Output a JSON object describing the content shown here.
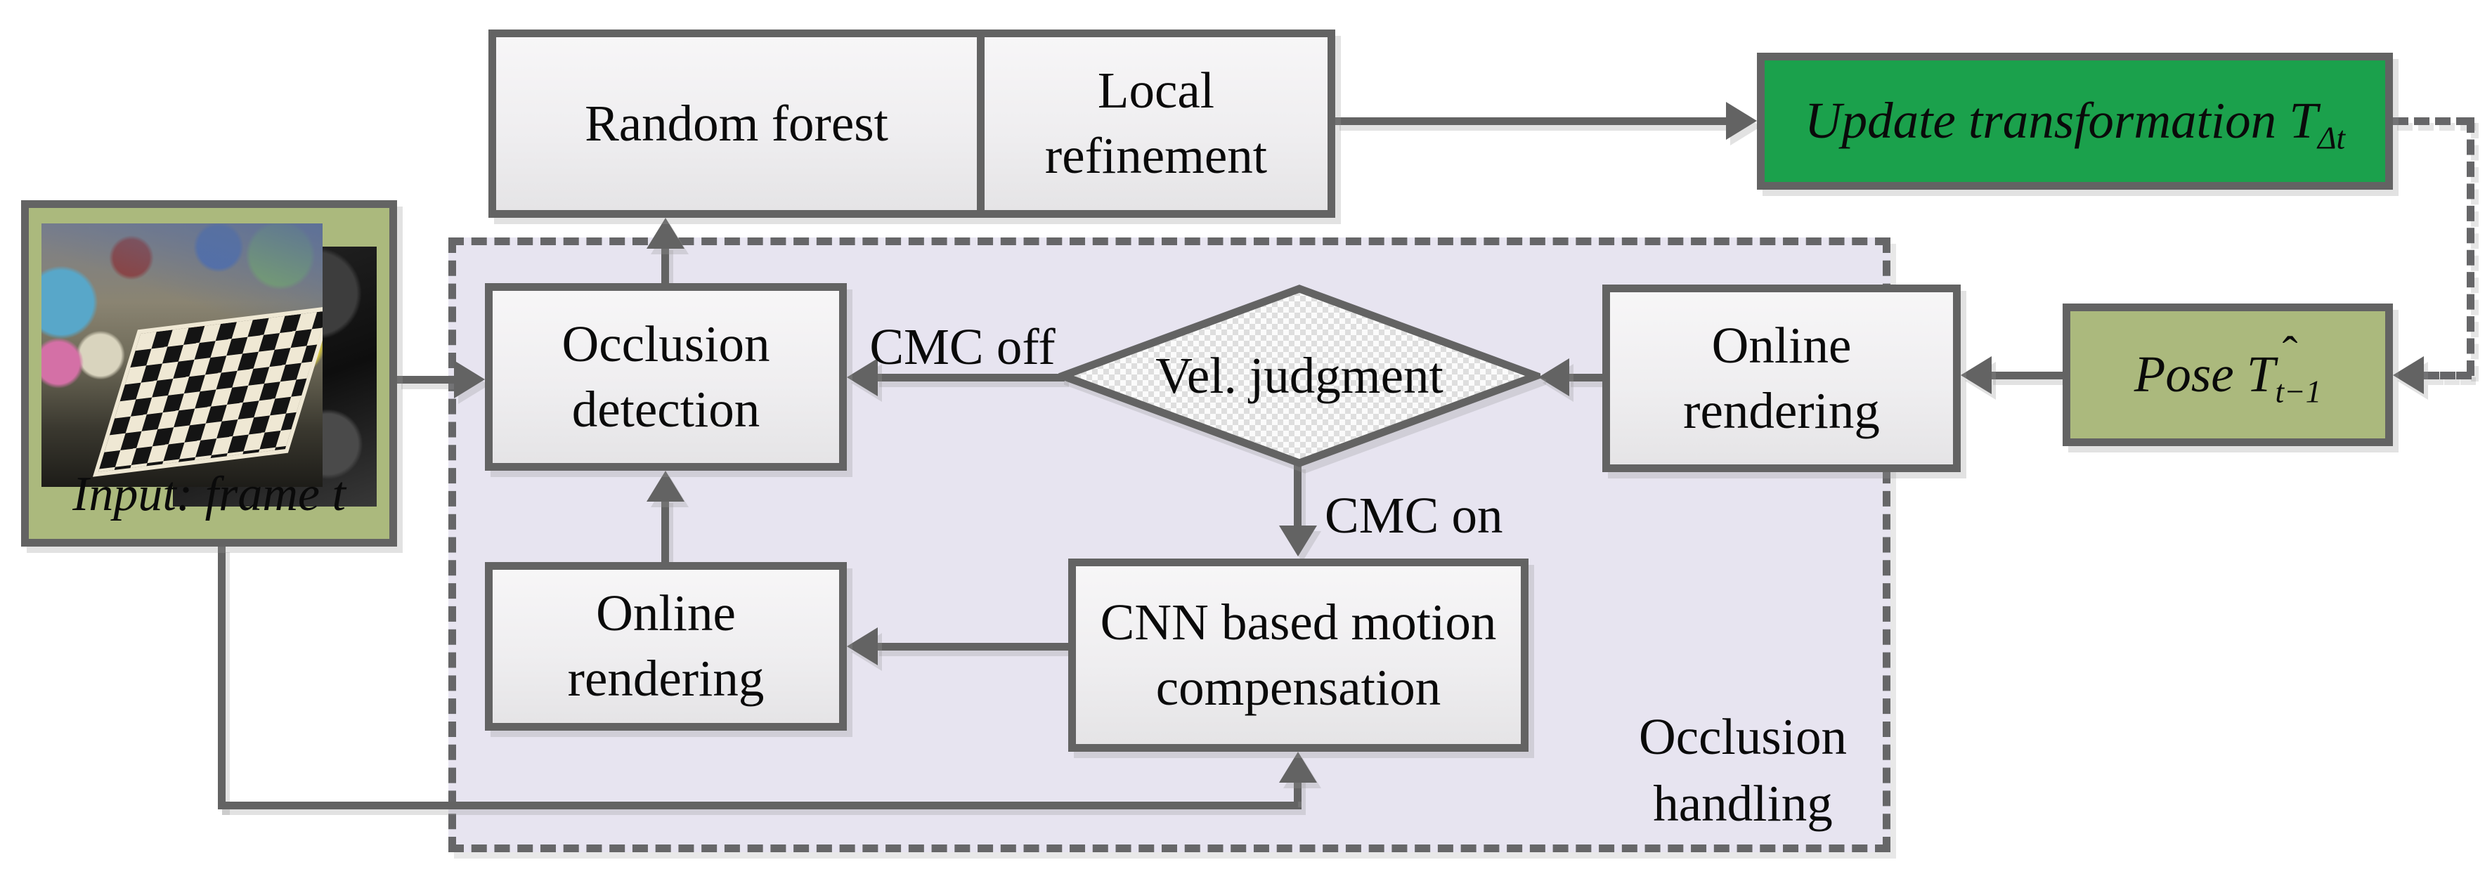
{
  "colors": {
    "line_gray": "#636363",
    "node_fill_light_gray": "#f1f0f2",
    "occlusion_region_lavender": "#e7e4f0",
    "update_green": "#1ba14c",
    "input_pose_olive": "#abb97d",
    "background": "#ffffff"
  },
  "nodes": {
    "random_forest": {
      "label": "Random forest"
    },
    "local_refinement": {
      "label": "Local refinement"
    },
    "update_transformation": {
      "label": "Update transformation",
      "var": "T",
      "sub": "Δt"
    },
    "input_frame": {
      "caption": "Input: frame t",
      "rgb_photo": "rgb-camera-frame",
      "depth_photo": "depth-frame"
    },
    "occlusion_detection": {
      "label": "Occlusion detection"
    },
    "vel_judgment": {
      "label": "Vel. judgment"
    },
    "online_rendering_top": {
      "label": "Online rendering"
    },
    "pose_prev": {
      "label": "Pose",
      "var": "T",
      "hat": "ˆ",
      "sub": "t−1"
    },
    "online_rendering_bottom": {
      "label": "Online rendering"
    },
    "cnn_motion_compensation": {
      "label": "CNN based motion compensation"
    },
    "occlusion_handling": {
      "label": "Occlusion handling"
    }
  },
  "edge_labels": {
    "cmc_off": "CMC off",
    "cmc_on": "CMC on"
  }
}
